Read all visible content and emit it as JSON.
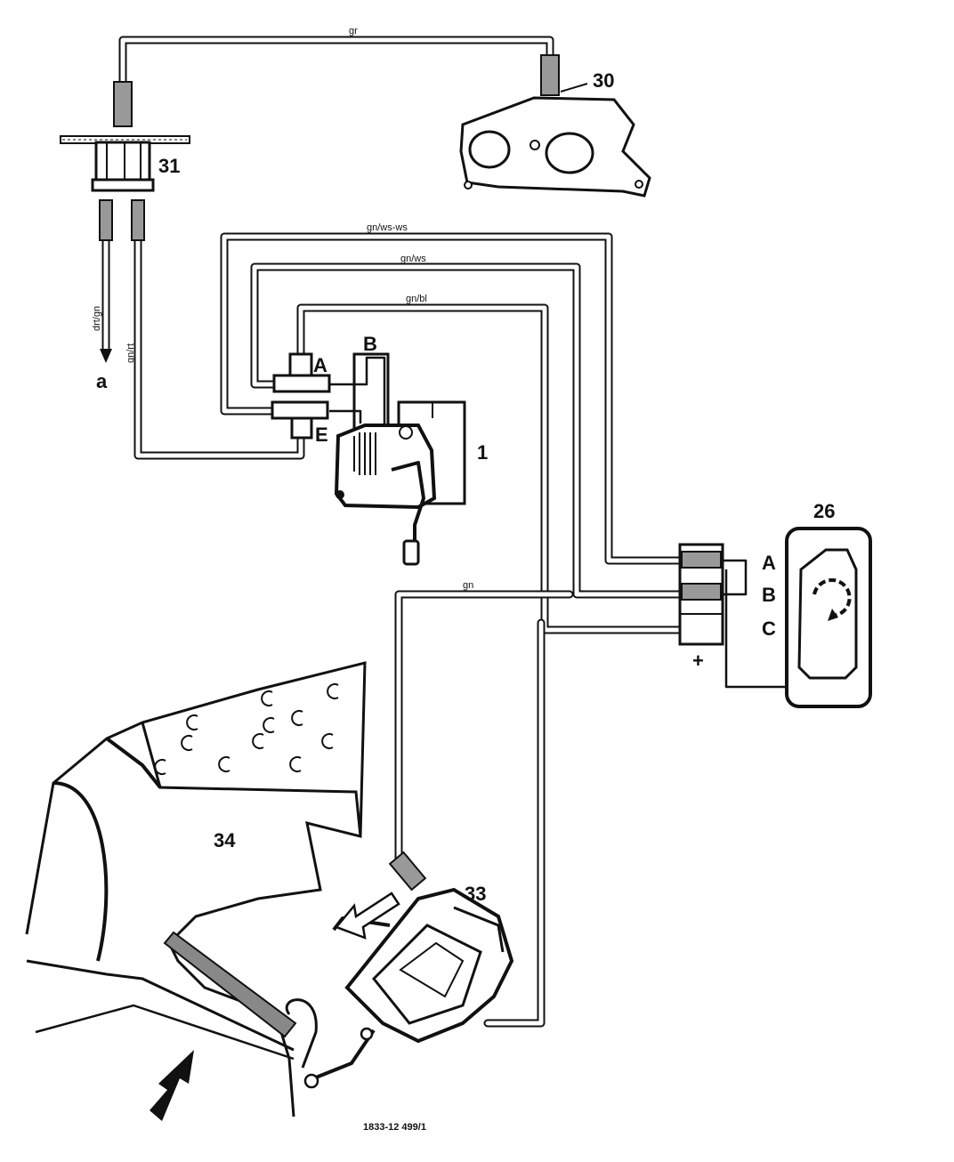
{
  "components": {
    "c1": "1",
    "c26": "26",
    "c30": "30",
    "c31": "31",
    "c33": "33",
    "c34": "34"
  },
  "ports": {
    "valve_a": "A",
    "valve_b": "B",
    "valve_e": "E",
    "switch_a": "A",
    "switch_b": "B",
    "switch_c": "C",
    "plus": "+"
  },
  "wires": {
    "gr": "gr",
    "gn_ws_ws": "gn/ws-ws",
    "gn_ws": "gn/ws",
    "gn_bl": "gn/bl",
    "gn": "gn",
    "drt_gn": "drt/gn",
    "gn_rt": "gn/rt"
  },
  "outlet_a": "a",
  "figure_id": "1833-12 499/1"
}
